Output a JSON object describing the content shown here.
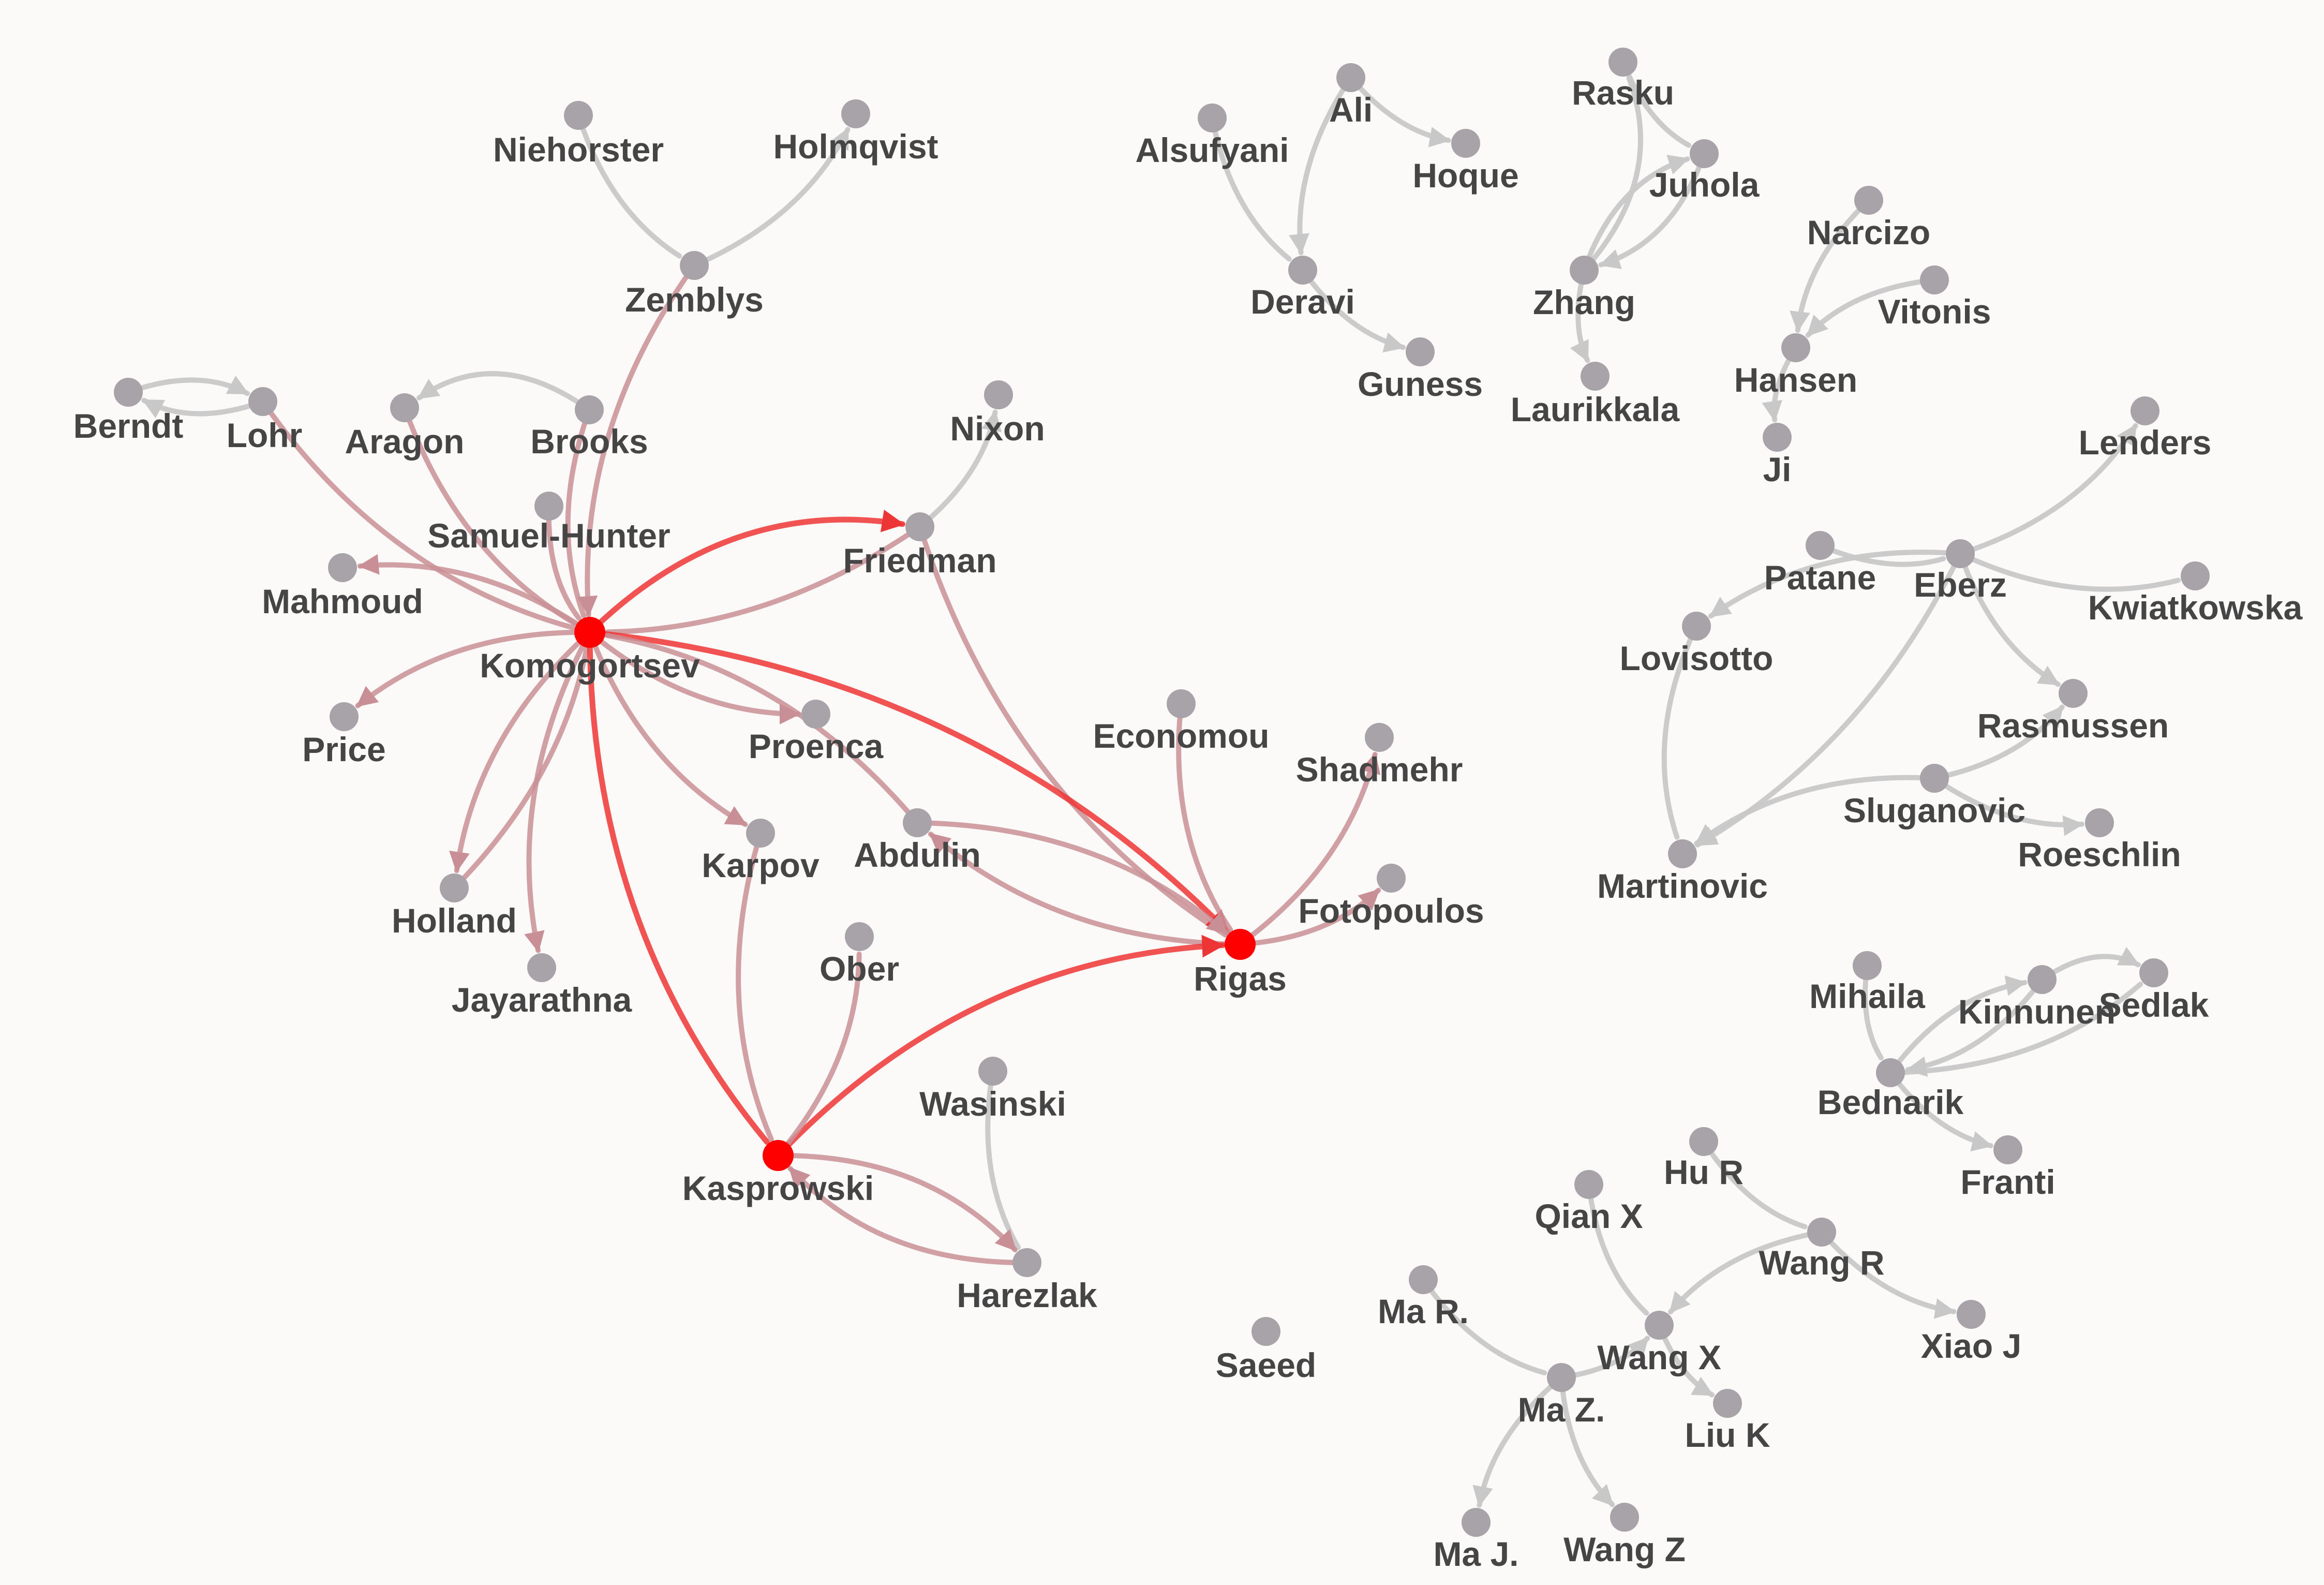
{
  "colors": {
    "background": "#fbfaf8",
    "node_default": "#a8a3a8",
    "node_highlight": "#ff0000",
    "edge_default": "#c8c8c8",
    "edge_red": "#ee3535",
    "edge_mixed": "#c98f96",
    "label": "#454545"
  },
  "nodes": [
    {
      "id": "komogortsev",
      "label": "Komogortsev",
      "highlight": true
    },
    {
      "id": "rigas",
      "label": "Rigas",
      "highlight": true
    },
    {
      "id": "kasprowski",
      "label": "Kasprowski",
      "highlight": true
    },
    {
      "id": "niehorster",
      "label": "Niehorster"
    },
    {
      "id": "holmqvist",
      "label": "Holmqvist"
    },
    {
      "id": "zemblys",
      "label": "Zemblys"
    },
    {
      "id": "berndt",
      "label": "Berndt"
    },
    {
      "id": "lohr",
      "label": "Lohr"
    },
    {
      "id": "aragon",
      "label": "Aragon"
    },
    {
      "id": "brooks",
      "label": "Brooks"
    },
    {
      "id": "samuel-hunter",
      "label": "Samuel-Hunter"
    },
    {
      "id": "mahmoud",
      "label": "Mahmoud"
    },
    {
      "id": "nixon",
      "label": "Nixon"
    },
    {
      "id": "friedman",
      "label": "Friedman"
    },
    {
      "id": "price",
      "label": "Price"
    },
    {
      "id": "proenca",
      "label": "Proenca"
    },
    {
      "id": "karpov",
      "label": "Karpov"
    },
    {
      "id": "abdulin",
      "label": "Abdulin"
    },
    {
      "id": "holland",
      "label": "Holland"
    },
    {
      "id": "jayarathna",
      "label": "Jayarathna"
    },
    {
      "id": "economou",
      "label": "Economou"
    },
    {
      "id": "shadmehr",
      "label": "Shadmehr"
    },
    {
      "id": "fotopoulos",
      "label": "Fotopoulos"
    },
    {
      "id": "ober",
      "label": "Ober"
    },
    {
      "id": "wasinski",
      "label": "Wasinski"
    },
    {
      "id": "harezlak",
      "label": "Harezlak"
    },
    {
      "id": "saeed",
      "label": "Saeed"
    },
    {
      "id": "alsufyani",
      "label": "Alsufyani"
    },
    {
      "id": "ali",
      "label": "Ali"
    },
    {
      "id": "hoque",
      "label": "Hoque"
    },
    {
      "id": "deravi",
      "label": "Deravi"
    },
    {
      "id": "guness",
      "label": "Guness"
    },
    {
      "id": "rasku",
      "label": "Rasku"
    },
    {
      "id": "juhola",
      "label": "Juhola"
    },
    {
      "id": "zhang",
      "label": "Zhang"
    },
    {
      "id": "laurikkala",
      "label": "Laurikkala"
    },
    {
      "id": "narcizo",
      "label": "Narcizo"
    },
    {
      "id": "vitonis",
      "label": "Vitonis"
    },
    {
      "id": "hansen",
      "label": "Hansen"
    },
    {
      "id": "ji",
      "label": "Ji"
    },
    {
      "id": "lenders",
      "label": "Lenders"
    },
    {
      "id": "patane",
      "label": "Patane"
    },
    {
      "id": "eberz",
      "label": "Eberz"
    },
    {
      "id": "kwiatkowska",
      "label": "Kwiatkowska"
    },
    {
      "id": "lovisotto",
      "label": "Lovisotto"
    },
    {
      "id": "rasmussen",
      "label": "Rasmussen"
    },
    {
      "id": "sluganovic",
      "label": "Sluganovic"
    },
    {
      "id": "roeschlin",
      "label": "Roeschlin"
    },
    {
      "id": "martinovic",
      "label": "Martinovic"
    },
    {
      "id": "mihaila",
      "label": "Mihaila"
    },
    {
      "id": "kinnunen",
      "label": "Kinnunen"
    },
    {
      "id": "sedlak",
      "label": "Sedlak"
    },
    {
      "id": "bednarik",
      "label": "Bednarik"
    },
    {
      "id": "franti",
      "label": "Franti"
    },
    {
      "id": "hu-r",
      "label": "Hu R"
    },
    {
      "id": "qian-x",
      "label": "Qian X"
    },
    {
      "id": "wang-r",
      "label": "Wang R"
    },
    {
      "id": "xiao-j",
      "label": "Xiao J"
    },
    {
      "id": "ma-r",
      "label": "Ma R."
    },
    {
      "id": "wang-x",
      "label": "Wang X"
    },
    {
      "id": "ma-z",
      "label": "Ma Z."
    },
    {
      "id": "liu-k",
      "label": "Liu K"
    },
    {
      "id": "ma-j",
      "label": "Ma J."
    },
    {
      "id": "wang-z",
      "label": "Wang Z"
    }
  ],
  "edges": [
    {
      "source": "niehorster",
      "target": "zemblys",
      "color": "gray"
    },
    {
      "source": "zemblys",
      "target": "holmqvist",
      "color": "gray",
      "arrow": true
    },
    {
      "source": "zemblys",
      "target": "komogortsev",
      "color": "mixed",
      "arrow": true
    },
    {
      "source": "berndt",
      "target": "lohr",
      "color": "gray",
      "arrow": true
    },
    {
      "source": "lohr",
      "target": "berndt",
      "color": "gray",
      "arrow": true
    },
    {
      "source": "lohr",
      "target": "komogortsev",
      "color": "mixed"
    },
    {
      "source": "brooks",
      "target": "aragon",
      "color": "gray",
      "arrow": true
    },
    {
      "source": "aragon",
      "target": "komogortsev",
      "color": "mixed"
    },
    {
      "source": "brooks",
      "target": "komogortsev",
      "color": "mixed"
    },
    {
      "source": "samuel-hunter",
      "target": "komogortsev",
      "color": "mixed"
    },
    {
      "source": "komogortsev",
      "target": "mahmoud",
      "color": "mixed",
      "arrow": true
    },
    {
      "source": "friedman",
      "target": "nixon",
      "color": "gray",
      "arrow": true
    },
    {
      "source": "komogortsev",
      "target": "friedman",
      "color": "red",
      "arrow": true
    },
    {
      "source": "friedman",
      "target": "komogortsev",
      "color": "mixed"
    },
    {
      "source": "friedman",
      "target": "rigas",
      "color": "mixed"
    },
    {
      "source": "komogortsev",
      "target": "price",
      "color": "mixed",
      "arrow": true
    },
    {
      "source": "komogortsev",
      "target": "proenca",
      "color": "mixed",
      "arrow": true
    },
    {
      "source": "komogortsev",
      "target": "karpov",
      "color": "mixed",
      "arrow": true
    },
    {
      "source": "komogortsev",
      "target": "holland",
      "color": "mixed",
      "arrow": true
    },
    {
      "source": "holland",
      "target": "komogortsev",
      "color": "mixed"
    },
    {
      "source": "komogortsev",
      "target": "jayarathna",
      "color": "mixed",
      "arrow": true
    },
    {
      "source": "komogortsev",
      "target": "rigas",
      "color": "red",
      "arrow": true
    },
    {
      "source": "abdulin",
      "target": "komogortsev",
      "color": "mixed"
    },
    {
      "source": "komogortsev",
      "target": "kasprowski",
      "color": "red"
    },
    {
      "source": "karpov",
      "target": "kasprowski",
      "color": "mixed"
    },
    {
      "source": "abdulin",
      "target": "rigas",
      "color": "mixed",
      "arrow": true
    },
    {
      "source": "rigas",
      "target": "abdulin",
      "color": "mixed",
      "arrow": true
    },
    {
      "source": "economou",
      "target": "rigas",
      "color": "mixed"
    },
    {
      "source": "rigas",
      "target": "shadmehr",
      "color": "mixed",
      "arrow": true
    },
    {
      "source": "rigas",
      "target": "fotopoulos",
      "color": "mixed",
      "arrow": true
    },
    {
      "source": "kasprowski",
      "target": "rigas",
      "color": "red",
      "arrow": true
    },
    {
      "source": "kasprowski",
      "target": "ober",
      "color": "mixed"
    },
    {
      "source": "wasinski",
      "target": "harezlak",
      "color": "gray"
    },
    {
      "source": "kasprowski",
      "target": "harezlak",
      "color": "mixed",
      "arrow": true
    },
    {
      "source": "harezlak",
      "target": "kasprowski",
      "color": "mixed",
      "arrow": true
    },
    {
      "source": "ali",
      "target": "hoque",
      "color": "gray",
      "arrow": true
    },
    {
      "source": "ali",
      "target": "deravi",
      "color": "gray",
      "arrow": true
    },
    {
      "source": "alsufyani",
      "target": "deravi",
      "color": "gray"
    },
    {
      "source": "deravi",
      "target": "guness",
      "color": "gray",
      "arrow": true
    },
    {
      "source": "rasku",
      "target": "juhola",
      "color": "gray"
    },
    {
      "source": "zhang",
      "target": "rasku",
      "color": "gray"
    },
    {
      "source": "zhang",
      "target": "juhola",
      "color": "gray",
      "arrow": true
    },
    {
      "source": "juhola",
      "target": "zhang",
      "color": "gray",
      "arrow": true
    },
    {
      "source": "zhang",
      "target": "laurikkala",
      "color": "gray",
      "arrow": true
    },
    {
      "source": "narcizo",
      "target": "hansen",
      "color": "gray",
      "arrow": true
    },
    {
      "source": "vitonis",
      "target": "hansen",
      "color": "gray",
      "arrow": true
    },
    {
      "source": "hansen",
      "target": "ji",
      "color": "gray",
      "arrow": true
    },
    {
      "source": "eberz",
      "target": "lenders",
      "color": "gray",
      "arrow": true
    },
    {
      "source": "patane",
      "target": "eberz",
      "color": "gray"
    },
    {
      "source": "eberz",
      "target": "kwiatkowska",
      "color": "gray"
    },
    {
      "source": "eberz",
      "target": "lovisotto",
      "color": "gray",
      "arrow": true
    },
    {
      "source": "eberz",
      "target": "rasmussen",
      "color": "gray",
      "arrow": true
    },
    {
      "source": "eberz",
      "target": "martinovic",
      "color": "gray",
      "arrow": true
    },
    {
      "source": "lovisotto",
      "target": "martinovic",
      "color": "gray"
    },
    {
      "source": "sluganovic",
      "target": "rasmussen",
      "color": "gray",
      "arrow": true
    },
    {
      "source": "sluganovic",
      "target": "roeschlin",
      "color": "gray",
      "arrow": true
    },
    {
      "source": "sluganovic",
      "target": "martinovic",
      "color": "gray",
      "arrow": true
    },
    {
      "source": "mihaila",
      "target": "bednarik",
      "color": "gray"
    },
    {
      "source": "bednarik",
      "target": "kinnunen",
      "color": "gray",
      "arrow": true
    },
    {
      "source": "kinnunen",
      "target": "bednarik",
      "color": "gray",
      "arrow": true
    },
    {
      "source": "kinnunen",
      "target": "sedlak",
      "color": "gray",
      "arrow": true
    },
    {
      "source": "bednarik",
      "target": "sedlak",
      "color": "gray"
    },
    {
      "source": "bednarik",
      "target": "franti",
      "color": "gray",
      "arrow": true
    },
    {
      "source": "hu-r",
      "target": "wang-r",
      "color": "gray"
    },
    {
      "source": "wang-r",
      "target": "xiao-j",
      "color": "gray",
      "arrow": true
    },
    {
      "source": "wang-r",
      "target": "wang-x",
      "color": "gray",
      "arrow": true
    },
    {
      "source": "qian-x",
      "target": "wang-x",
      "color": "gray"
    },
    {
      "source": "ma-r",
      "target": "ma-z",
      "color": "gray"
    },
    {
      "source": "ma-z",
      "target": "wang-x",
      "color": "gray",
      "arrow": true
    },
    {
      "source": "wang-x",
      "target": "liu-k",
      "color": "gray",
      "arrow": true
    },
    {
      "source": "ma-z",
      "target": "ma-j",
      "color": "gray",
      "arrow": true
    },
    {
      "source": "ma-z",
      "target": "wang-z",
      "color": "gray",
      "arrow": true
    }
  ]
}
